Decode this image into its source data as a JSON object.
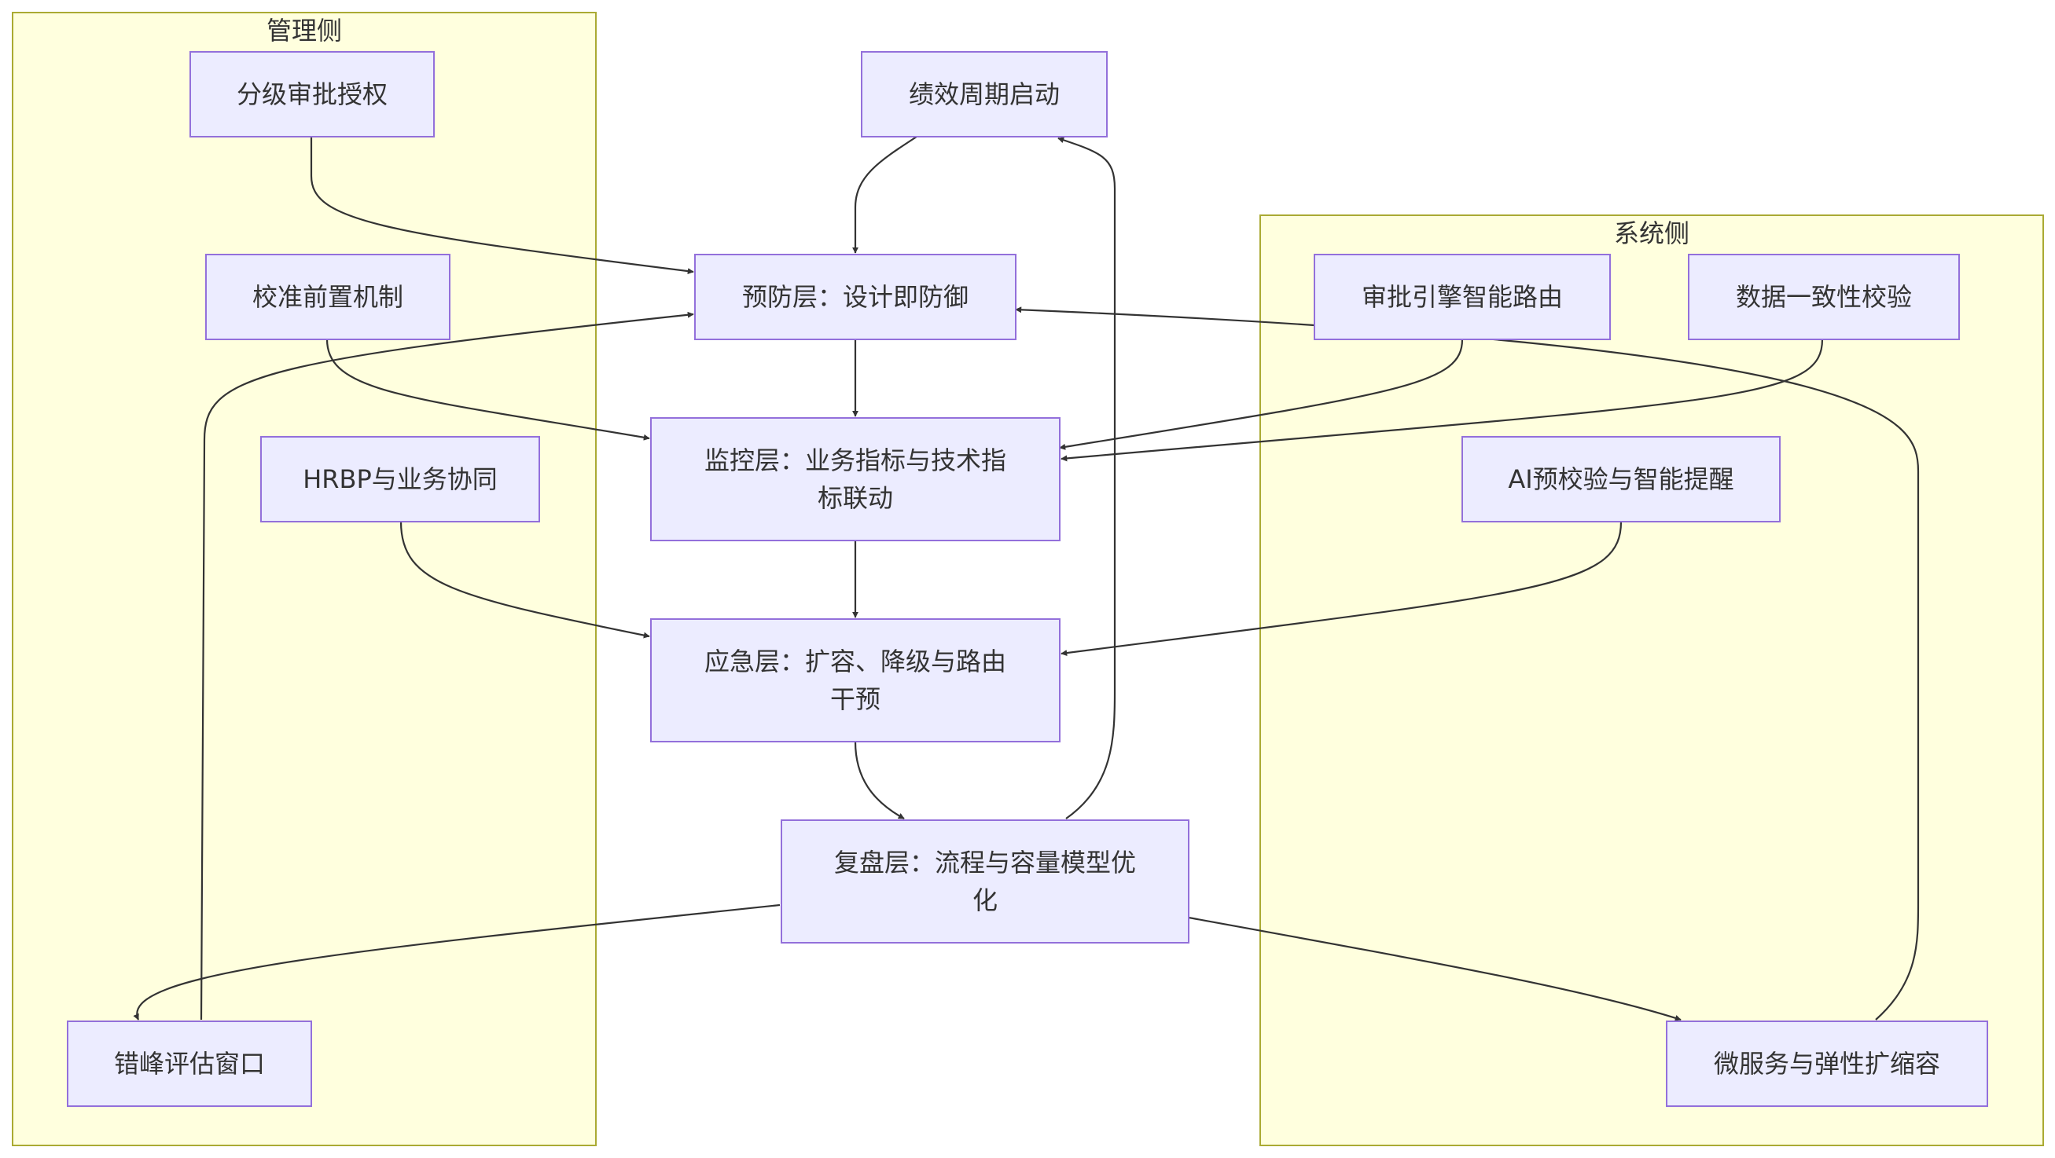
{
  "clusters": {
    "management": {
      "label": "管理侧"
    },
    "system": {
      "label": "系统侧"
    }
  },
  "nodes": {
    "cycle_start": {
      "lines": [
        "绩效周期启动"
      ]
    },
    "prevention": {
      "lines": [
        "预防层：设计即防御"
      ]
    },
    "monitoring": {
      "lines": [
        "监控层：业务指标与技术指",
        "标联动"
      ]
    },
    "emergency": {
      "lines": [
        "应急层：扩容、降级与路由",
        "干预"
      ]
    },
    "review": {
      "lines": [
        "复盘层：流程与容量模型优",
        "化"
      ]
    },
    "tiered_approval": {
      "lines": [
        "分级审批授权"
      ]
    },
    "calibration": {
      "lines": [
        "校准前置机制"
      ]
    },
    "hrbp": {
      "lines": [
        "HRBP与业务协同"
      ]
    },
    "offpeak": {
      "lines": [
        "错峰评估窗口"
      ]
    },
    "approval_engine": {
      "lines": [
        "审批引擎智能路由"
      ]
    },
    "data_consistency": {
      "lines": [
        "数据一致性校验"
      ]
    },
    "ai_precheck": {
      "lines": [
        "AI预校验与智能提醒"
      ]
    },
    "microservices": {
      "lines": [
        "微服务与弹性扩缩容"
      ]
    }
  },
  "colors": {
    "cluster_fill": "#ffffde",
    "cluster_stroke": "#aaaa33",
    "node_fill": "#ececff",
    "node_stroke": "#9370db",
    "edge": "#333333",
    "text": "#333333"
  }
}
